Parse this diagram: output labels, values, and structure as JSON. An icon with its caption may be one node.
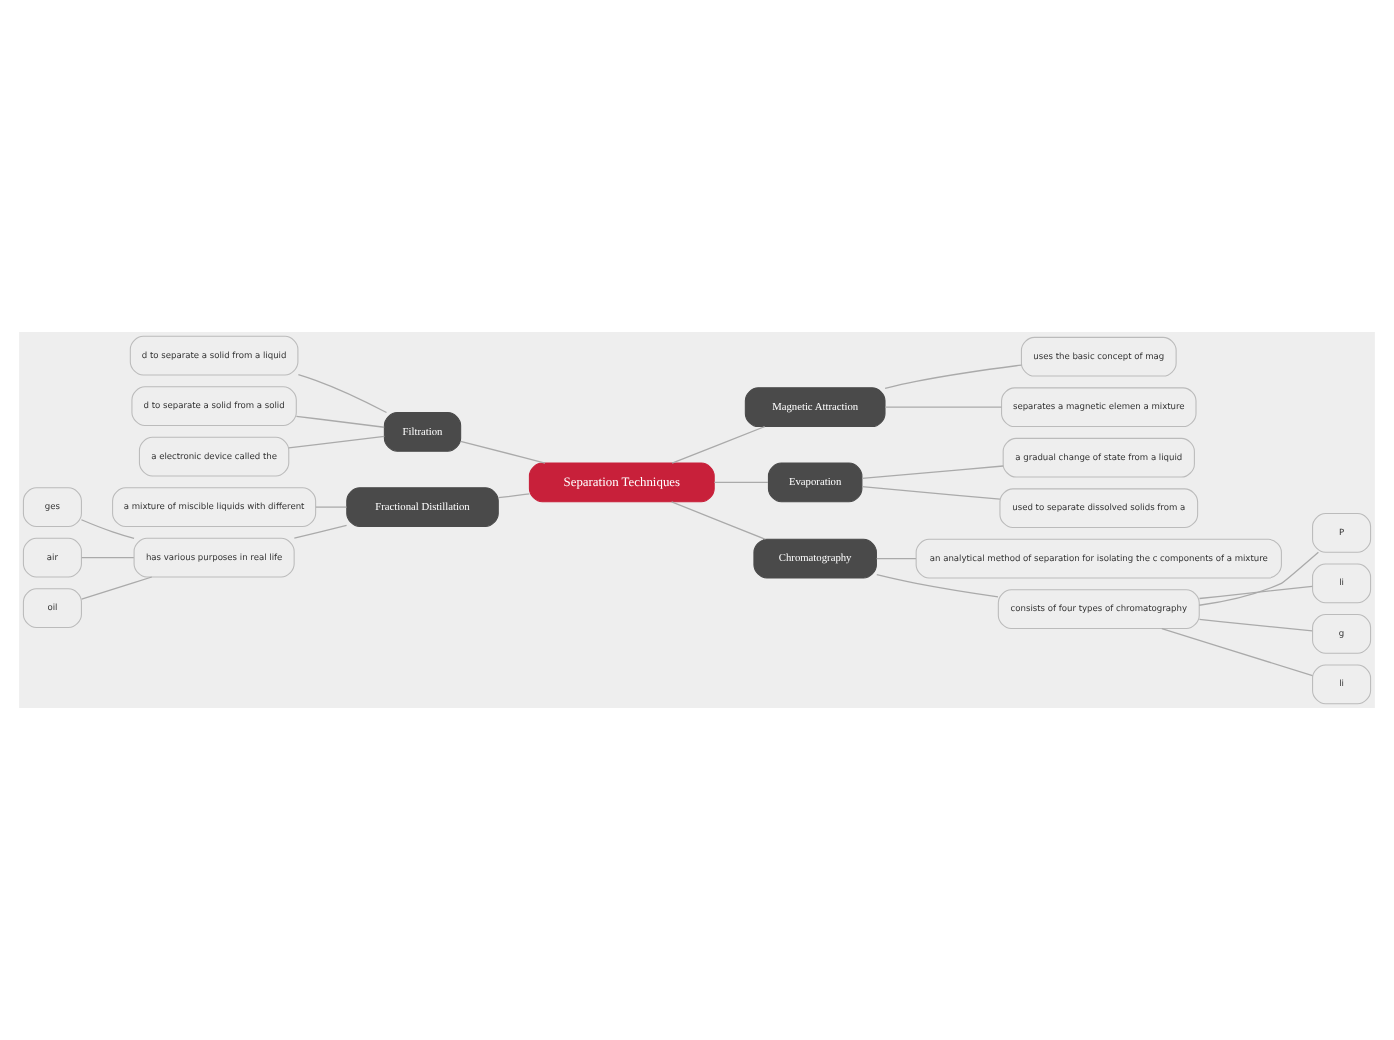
{
  "diagram": {
    "nodes": [
      {
        "text": [
          "Separation Techniques"
        ]
      },
      {
        "text": [
          "Magnetic Attraction"
        ]
      },
      {
        "text": [
          "uses the basic concept of mag"
        ]
      },
      {
        "text": [
          "separates a magnetic elemen a mixture"
        ]
      },
      {
        "text": [
          "Evaporation"
        ]
      },
      {
        "text": [
          "a gradual change of state from a liquid"
        ]
      },
      {
        "text": [
          "used to separate dissolved solids from a"
        ]
      },
      {
        "text": [
          "Chromatography"
        ]
      },
      {
        "text": [
          "an analytical method of separation for isolating the c components of a mixture"
        ]
      },
      {
        "text": [
          "consists of four types of chromatography"
        ]
      },
      {
        "text": [
          "P"
        ]
      },
      {
        "text": [
          "li"
        ]
      },
      {
        "text": [
          "g"
        ]
      },
      {
        "text": [
          "li"
        ]
      },
      {
        "text": [
          "Filtration"
        ]
      },
      {
        "text": [
          "d to separate a solid from a liquid"
        ]
      },
      {
        "text": [
          "d to separate a solid from a solid"
        ]
      },
      {
        "text": [
          "a electronic device called the"
        ]
      },
      {
        "text": [
          "Fractional Distillation"
        ]
      },
      {
        "text": [
          "a mixture of miscible liquids with different"
        ]
      },
      {
        "text": [
          "has various purposes in real life"
        ]
      },
      {
        "text": [
          "ges"
        ]
      },
      {
        "text": [
          "air"
        ]
      },
      {
        "text": [
          "oil"
        ]
      }
    ],
    "edges": [
      {
        "from": 0,
        "to": 1,
        "arrow": "none"
      },
      {
        "from": 1,
        "to": 2,
        "arrow": "none"
      },
      {
        "from": 1,
        "to": 3,
        "arrow": "none"
      },
      {
        "from": 0,
        "to": 4,
        "arrow": "none"
      },
      {
        "from": 4,
        "to": 5,
        "arrow": "none"
      },
      {
        "from": 4,
        "to": 6,
        "arrow": "none"
      },
      {
        "from": 0,
        "to": 7,
        "arrow": "none"
      },
      {
        "from": 7,
        "to": 8,
        "arrow": "none"
      },
      {
        "from": 7,
        "to": 9,
        "arrow": "none"
      },
      {
        "from": 9,
        "to": 10,
        "arrow": "none"
      },
      {
        "from": 9,
        "to": 11,
        "arrow": "none"
      },
      {
        "from": 9,
        "to": 12,
        "arrow": "none"
      },
      {
        "from": 9,
        "to": 13,
        "arrow": "none"
      },
      {
        "from": 0,
        "to": 14,
        "arrow": "none"
      },
      {
        "from": 14,
        "to": 15,
        "arrow": "none"
      },
      {
        "from": 14,
        "to": 16,
        "arrow": "none"
      },
      {
        "from": 14,
        "to": 17,
        "arrow": "none"
      },
      {
        "from": 0,
        "to": 18,
        "arrow": "none"
      },
      {
        "from": 18,
        "to": 19,
        "arrow": "none"
      },
      {
        "from": 18,
        "to": 20,
        "arrow": "none"
      },
      {
        "from": 20,
        "to": 21,
        "arrow": "none"
      },
      {
        "from": 20,
        "to": 22,
        "arrow": "none"
      },
      {
        "from": 20,
        "to": 23,
        "arrow": "none"
      }
    ]
  }
}
